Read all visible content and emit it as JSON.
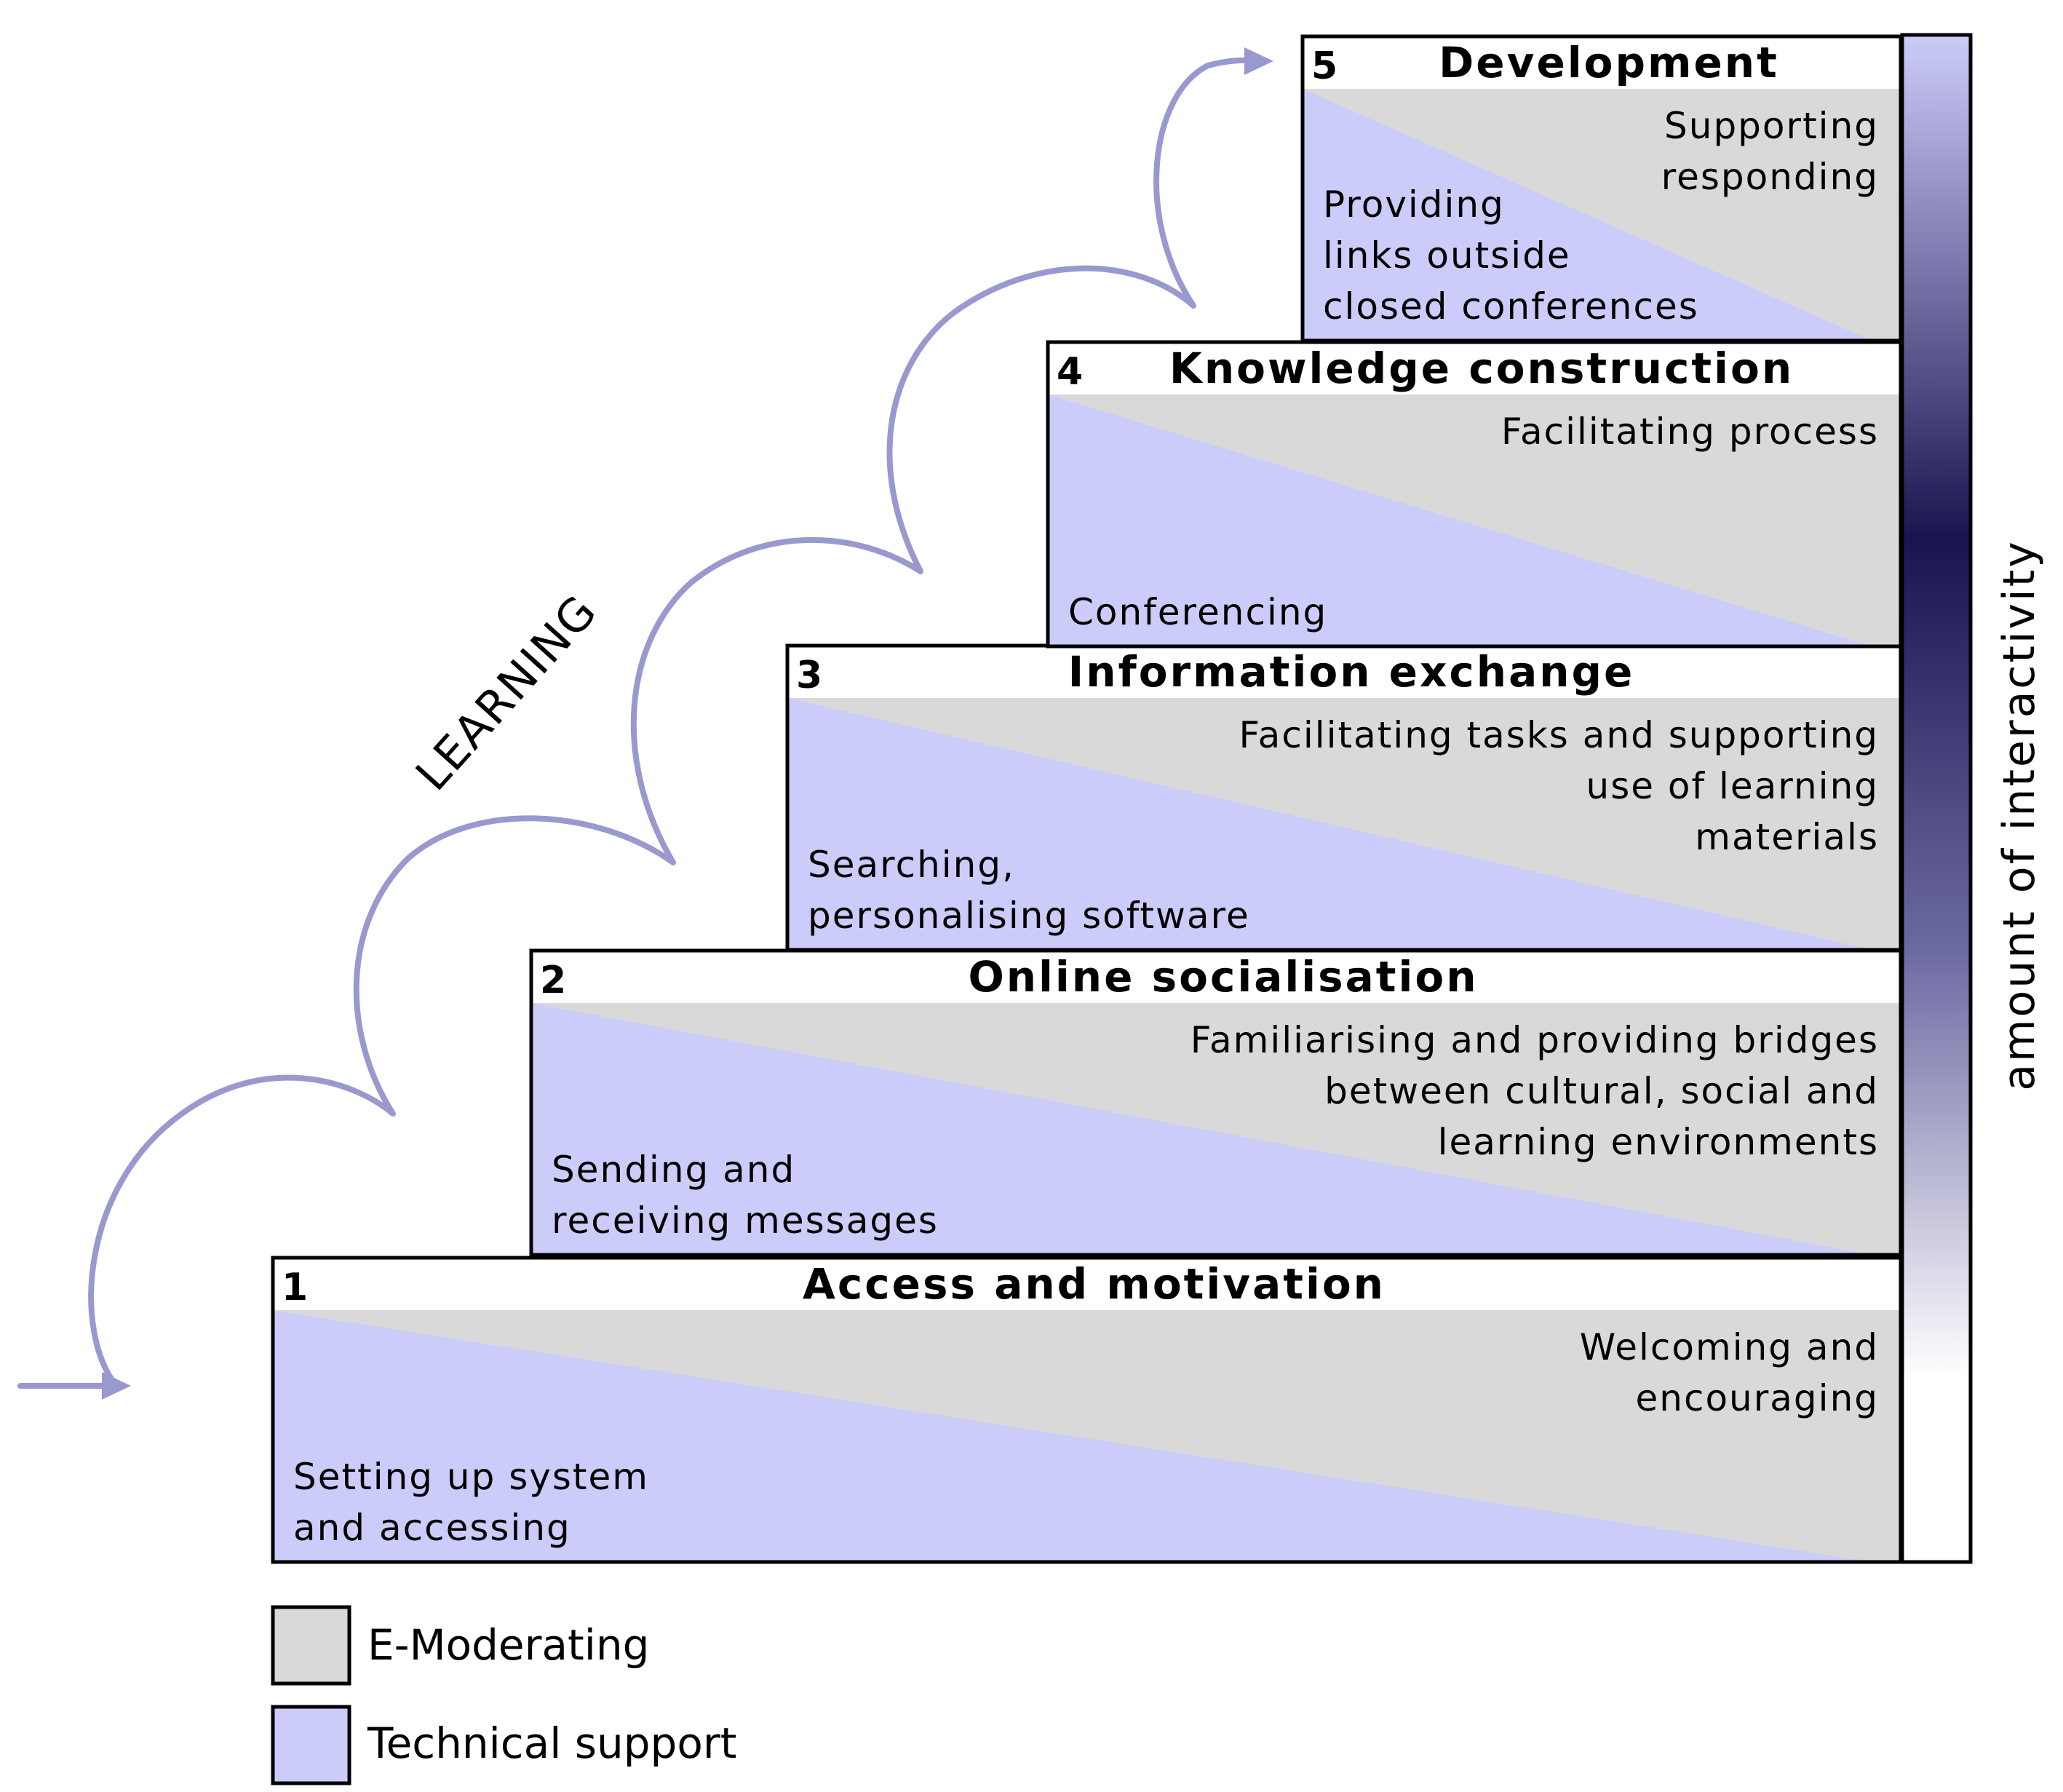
{
  "colors": {
    "e_moderating": "#d9d9d9",
    "technical_support": "#ccccfa",
    "curve": "#9999d0",
    "bar_dark": "#1a1450",
    "border": "#000000"
  },
  "learning_label": "LEARNING",
  "side_label": "amount of interactivity",
  "stages": [
    {
      "number": "1",
      "title": "Access and motivation",
      "e_moderating_lines": [
        "Welcoming and",
        "encouraging"
      ],
      "technical_lines": [
        "Setting up system",
        "and accessing"
      ]
    },
    {
      "number": "2",
      "title": "Online socialisation",
      "e_moderating_lines": [
        "Familiarising and providing bridges",
        "between cultural, social and",
        "learning environments"
      ],
      "technical_lines": [
        "Sending and",
        "receiving messages"
      ]
    },
    {
      "number": "3",
      "title": "Information exchange",
      "e_moderating_lines": [
        "Facilitating tasks and supporting",
        "use of learning",
        "materials"
      ],
      "technical_lines": [
        "Searching,",
        "personalising software"
      ]
    },
    {
      "number": "4",
      "title": "Knowledge construction",
      "e_moderating_lines": [
        "Facilitating process"
      ],
      "technical_lines": [
        "Conferencing"
      ]
    },
    {
      "number": "5",
      "title": "Development",
      "e_moderating_lines": [
        "Supporting",
        "responding"
      ],
      "technical_lines": [
        "Providing",
        "links outside",
        "closed conferences"
      ]
    }
  ],
  "legend": [
    {
      "label": "E-Moderating",
      "color_key": "e_moderating"
    },
    {
      "label": "Technical support",
      "color_key": "technical_support"
    }
  ]
}
